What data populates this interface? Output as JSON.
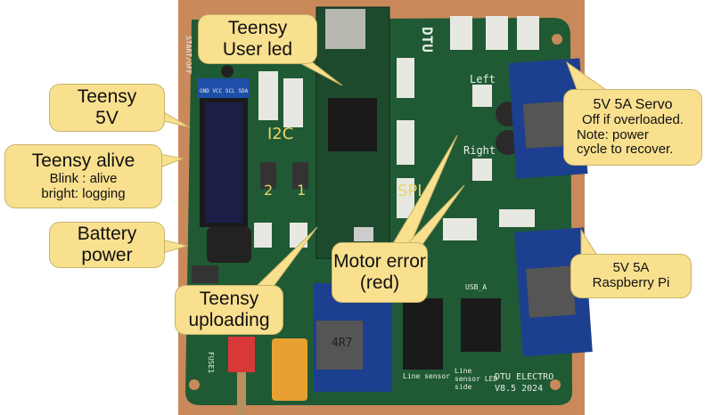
{
  "colors": {
    "callout": "#f9e08f",
    "board": "#1f5a34",
    "wood": "#c9895a",
    "module": "#1d3f8f"
  },
  "callouts": {
    "user_led": [
      "Teensy",
      "User led"
    ],
    "teensy_5v": [
      "Teensy",
      "5V"
    ],
    "alive": {
      "title": "Teensy alive",
      "lines": [
        "Blink : alive",
        "bright: logging"
      ]
    },
    "battery": [
      "Battery",
      "power"
    ],
    "uploading": [
      "Teensy",
      "uploading"
    ],
    "motor_error": [
      "Motor error",
      "(red)"
    ],
    "servo": [
      "5V 5A Servo",
      "Off if overloaded.",
      "Note: power",
      "cycle to recover."
    ],
    "rpi": [
      "5V 5A",
      "Raspberry Pi"
    ]
  },
  "board_labels": {
    "i2c": "I2C",
    "spi": "SPI",
    "port1": "1",
    "port2": "2",
    "left": "Left",
    "right": "Right",
    "dtu": "DTU",
    "oled_pins": "GND VCC SCL SDA",
    "start_off": "START/OFF",
    "line_sensor": "Line sensor",
    "line_sensor_led": "Line sensor LED side",
    "version": "DTU ELECTRO",
    "version_num": "V8.5   2024",
    "usb": "USB_A",
    "inductor": "4R7",
    "fuse": "FUSE1"
  }
}
